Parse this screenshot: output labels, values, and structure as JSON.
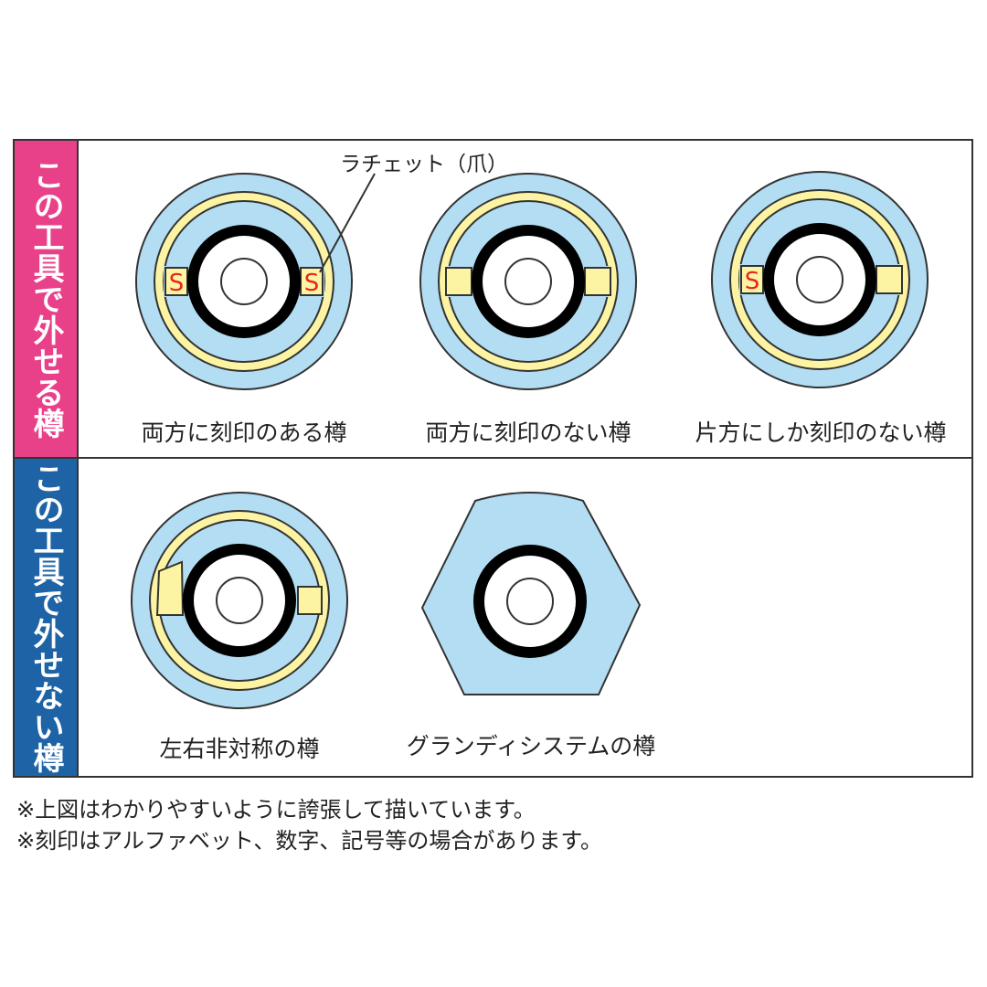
{
  "side_labels": {
    "removable": "この工具で外せる樽",
    "not_removable": "この工具で外せない樽"
  },
  "callout": "ラチェット（爪）",
  "mark_letter": "S",
  "captions": {
    "both_marked": "両方に刻印のある樽",
    "both_unmarked": "両方に刻印のない樽",
    "one_side_only": "片方にしか刻印のない樽",
    "asymmetric": "左右非対称の樽",
    "grandi": "グランディシステムの樽"
  },
  "notes": [
    "※上図はわかりやすいように誇張して描いています。",
    "※刻印はアルファベット、数字、記号等の場合があります。"
  ],
  "colors": {
    "pink": "#e8418a",
    "blue": "#1d63a6",
    "light_blue": "#b3ddf2",
    "yellow": "#fcf4a3",
    "mark_red": "#e8261e"
  }
}
